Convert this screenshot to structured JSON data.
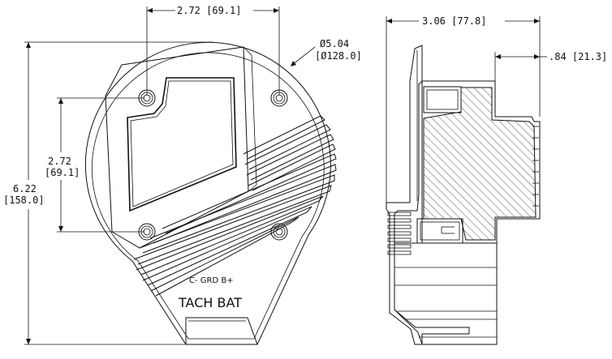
{
  "dimensions": {
    "hole_spacing_h": "2.72 [69.1]",
    "diameter_in": "Ø5.04",
    "diameter_mm": "[Ø128.0]",
    "hole_spacing_v_in": "2.72",
    "hole_spacing_v_mm": "[69.1]",
    "height_in": "6.22",
    "height_mm": "[158.0]",
    "depth": "3.06 [77.8]",
    "offset": ".84 [21.3]"
  },
  "labels": {
    "terminals_top": "C- GRD B+",
    "terminals_bottom": "TACH BAT"
  }
}
